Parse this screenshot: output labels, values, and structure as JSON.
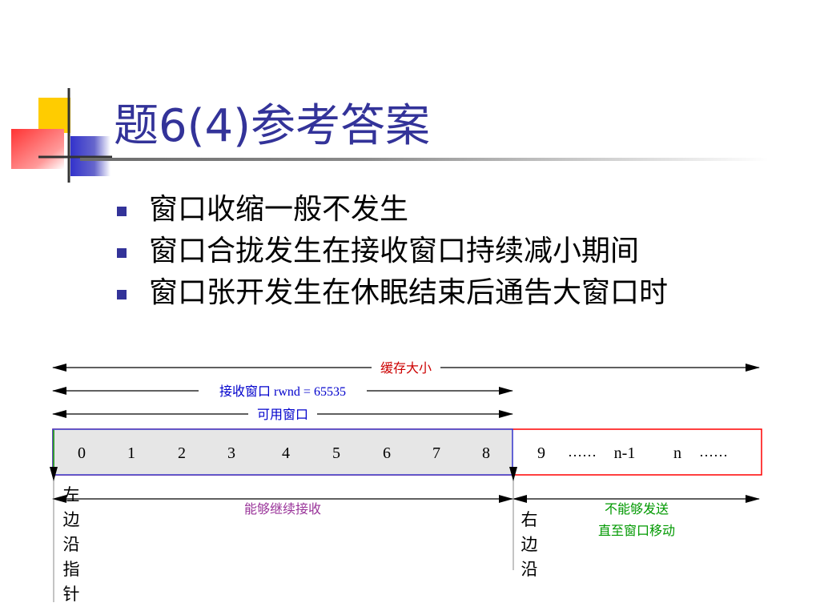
{
  "title": "题6(4)参考答案",
  "bullets": [
    "窗口收缩一般不发生",
    "窗口合拢发生在接收窗口持续减小期间",
    "窗口张开发生在休眠结束后通告大窗口时"
  ],
  "diagram": {
    "buffer_label": "缓存大小",
    "rwnd_label": "接收窗口 rwnd = 65535",
    "usable_label": "可用窗口",
    "window_cells": [
      "0",
      "1",
      "2",
      "3",
      "4",
      "5",
      "6",
      "7",
      "8"
    ],
    "beyond_cells": [
      "9",
      "……",
      "n-1",
      "n",
      "……"
    ],
    "can_receive_label": "能够继续接收",
    "cannot_send_line1": "不能够发送",
    "cannot_send_line2": "直至窗口移动",
    "left_edge_chars": [
      "左",
      "边",
      "沿",
      "指",
      "针"
    ],
    "right_edge_chars": [
      "右",
      "边",
      "沿"
    ]
  },
  "colors": {
    "title": "#333399",
    "bullet_marker": "#333399",
    "buffer_label": "#cc0000",
    "window_label": "#0000cc",
    "can_receive": "#993399",
    "cannot_send": "#009900",
    "window_border": "#3333cc",
    "buffer_border": "#ff0000",
    "window_fill": "#e6e6e6"
  }
}
